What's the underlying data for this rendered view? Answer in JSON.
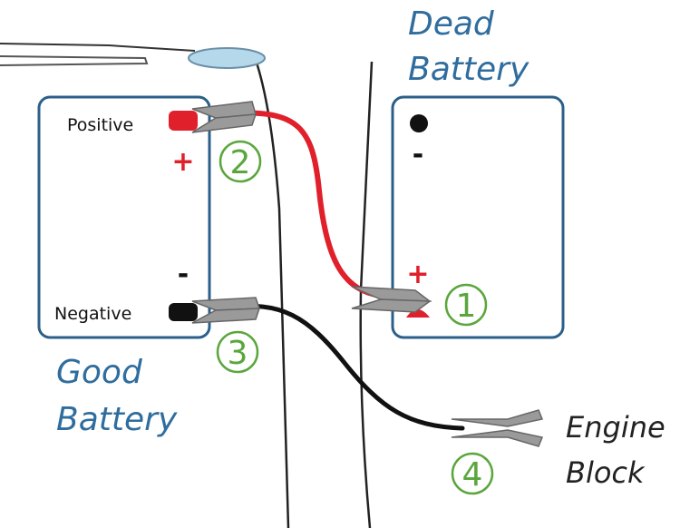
{
  "good_battery": {
    "title_line1": "Good",
    "title_line2": "Battery",
    "positive_label": "Positive",
    "negative_label": "Negative",
    "plus_sign": "+",
    "minus_sign": "-"
  },
  "dead_battery": {
    "title_line1": "Dead",
    "title_line2": "Battery",
    "plus_sign": "+",
    "minus_sign": "-"
  },
  "engine_block": {
    "line1": "Engine",
    "line2": "Block"
  },
  "steps": {
    "step1": "1",
    "step2": "2",
    "step3": "3",
    "step4": "4"
  },
  "colors": {
    "battery_outline": "#2b5f8a",
    "title_blue": "#2f6d9e",
    "positive_red": "#e0202a",
    "step_green": "#5aa63c",
    "cable_red": "#e0202a",
    "cable_black": "#111111",
    "clamp_gray": "#9a9a9a",
    "engine_text": "#222222"
  }
}
